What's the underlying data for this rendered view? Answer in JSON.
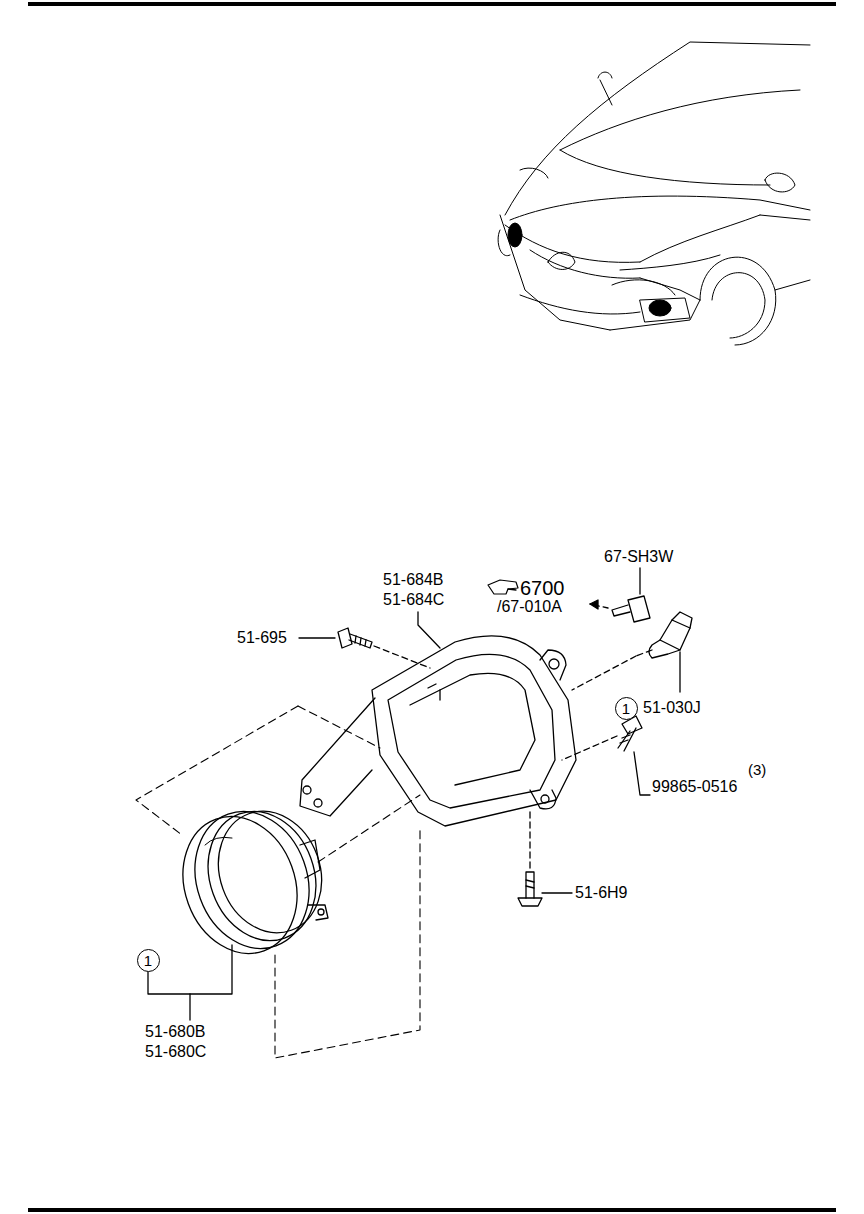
{
  "diagram": {
    "nodes": [
      {
        "text": [
          "1"
        ]
      },
      {
        "text": [
          "1"
        ]
      }
    ],
    "labels": [
      "67-SH3W",
      "51-684B",
      "51-684C",
      "6700",
      "/67-010A",
      "51-695",
      "51-030J",
      "(3)",
      "99865-0516",
      "51-6H9",
      "51-680B",
      "51-680C"
    ]
  }
}
